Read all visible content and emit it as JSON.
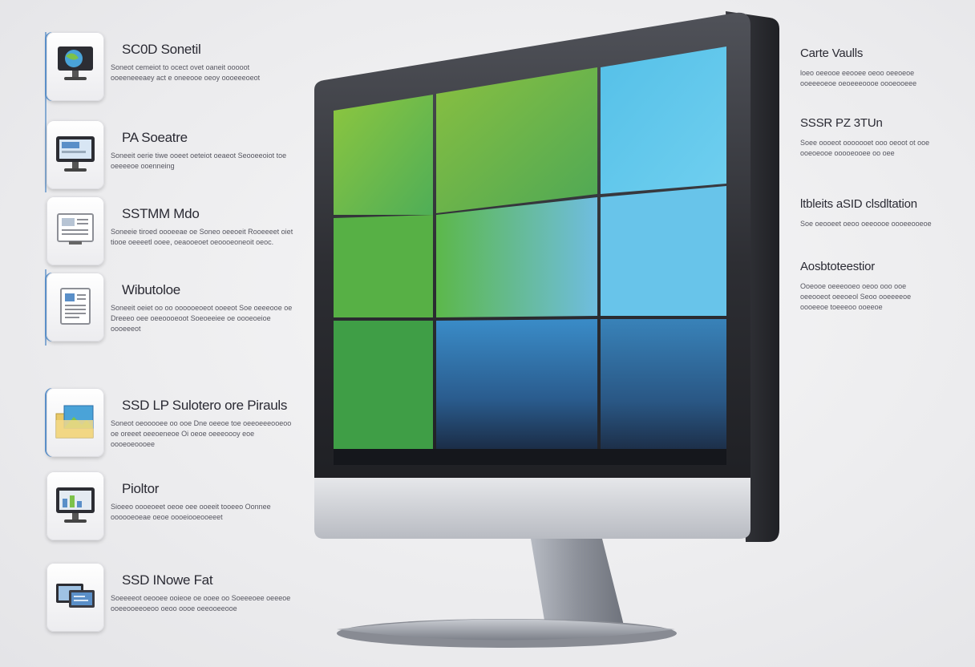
{
  "left_features": [
    {
      "title": "SC0D Sonetil",
      "desc": "Soneot cemeiot to ocect ovet oaneit ooooot ooeeneeeaey act e oneeooe oeoy oooeeeoeot",
      "icon": "monitor-globe-icon"
    },
    {
      "title": "PA Soeatre",
      "desc": "Soneeit oerie tiwe ooeet oeteiot oeaeot Seooeeoiot toe oeeeeoe ooenneing",
      "icon": "monitor-window-icon"
    },
    {
      "title": "SSTMM Mdo",
      "desc": "Soneeie tiroed oooeeae oe Soneo oeeoeit Rooeeeet oiet tiooe oeeeetl ooee, oeaooeoet oeoooeoneoit oeoc.",
      "icon": "document-screen-icon"
    },
    {
      "title": "Wibutoloe",
      "desc": "Soneeit oeiet oo oo oooooeoeot ooeeot Soe oeeeooe oe Dreeeo oee oeeoooeoot Soeoeeiee oe oooeoeioe oooeeeot",
      "icon": "document-icon"
    },
    {
      "title": "SSD LP Sulotero ore Pirauls",
      "desc": "Soneot oeooooee oo ooe Dne oeeoe toe oeeoeeeooeoo oe oreeet oeeoeneoe Oi oeoe oeeeoooy eoe oooeoeoooee",
      "icon": "folder-image-icon"
    },
    {
      "title": "Pioltor",
      "desc": "Sioeeo oooeoeet oeoe oee ooeeit tooeeo Oonnee oooooeoeae oeoe oooeiooeooeeet",
      "icon": "monitor-chart-icon"
    },
    {
      "title": "SSD INowe Fat",
      "desc": "Soeeeeot oeooee ooieoe oe ooee oo Soeeeoee oeeeoe ooeeooeeoeoo oeoo oooe oeeooeeooe",
      "icon": "screens-icon"
    }
  ],
  "right_features": [
    {
      "title": "Carte Vaulls",
      "desc": "loeo oeeooe eeooee oeoo oeeoeoe ooeeeoeoe oeoeeeoooe oooeooeee"
    },
    {
      "title": "SSSR PZ 3TUn",
      "desc": "Soee oooeot ooooooet ooo oeoot ot ooe ooeoeooe ooooeooee oo oee"
    },
    {
      "title": "ltbleits aSID clsdltation",
      "desc": "Soe oeooeet oeoo oeeoooe oooeeooeoe"
    },
    {
      "title": "Aosbtoteestior",
      "desc": "Ooeooe oeeeooeo oeoo ooo ooe oeeooeot oeeoeol Seoo ooeeeeoe oooeeoe toeeeoo ooeeoe"
    }
  ],
  "colors": {
    "accent": "#5a8fc8",
    "green": "#7cc24a",
    "blue": "#5ab8e6",
    "bezel": "#2a2b30",
    "stand": "#9ea3ad"
  }
}
